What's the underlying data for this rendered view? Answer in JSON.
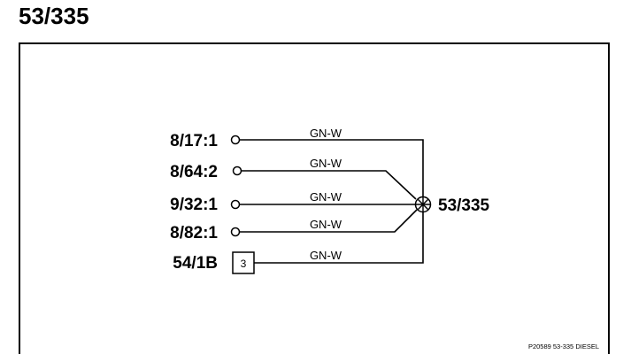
{
  "title": "53/335",
  "diagram": {
    "splice_label": "53/335",
    "connections": [
      {
        "connector": "8/17:1",
        "wire_color": "GN-W"
      },
      {
        "connector": "8/64:2",
        "wire_color": "GN-W"
      },
      {
        "connector": "9/32:1",
        "wire_color": "GN-W"
      },
      {
        "connector": "8/82:1",
        "wire_color": "GN-W"
      },
      {
        "connector": "54/1B",
        "wire_color": "GN-W",
        "pin": "3"
      }
    ],
    "reference": "P20589  53-335  DIESEL"
  }
}
